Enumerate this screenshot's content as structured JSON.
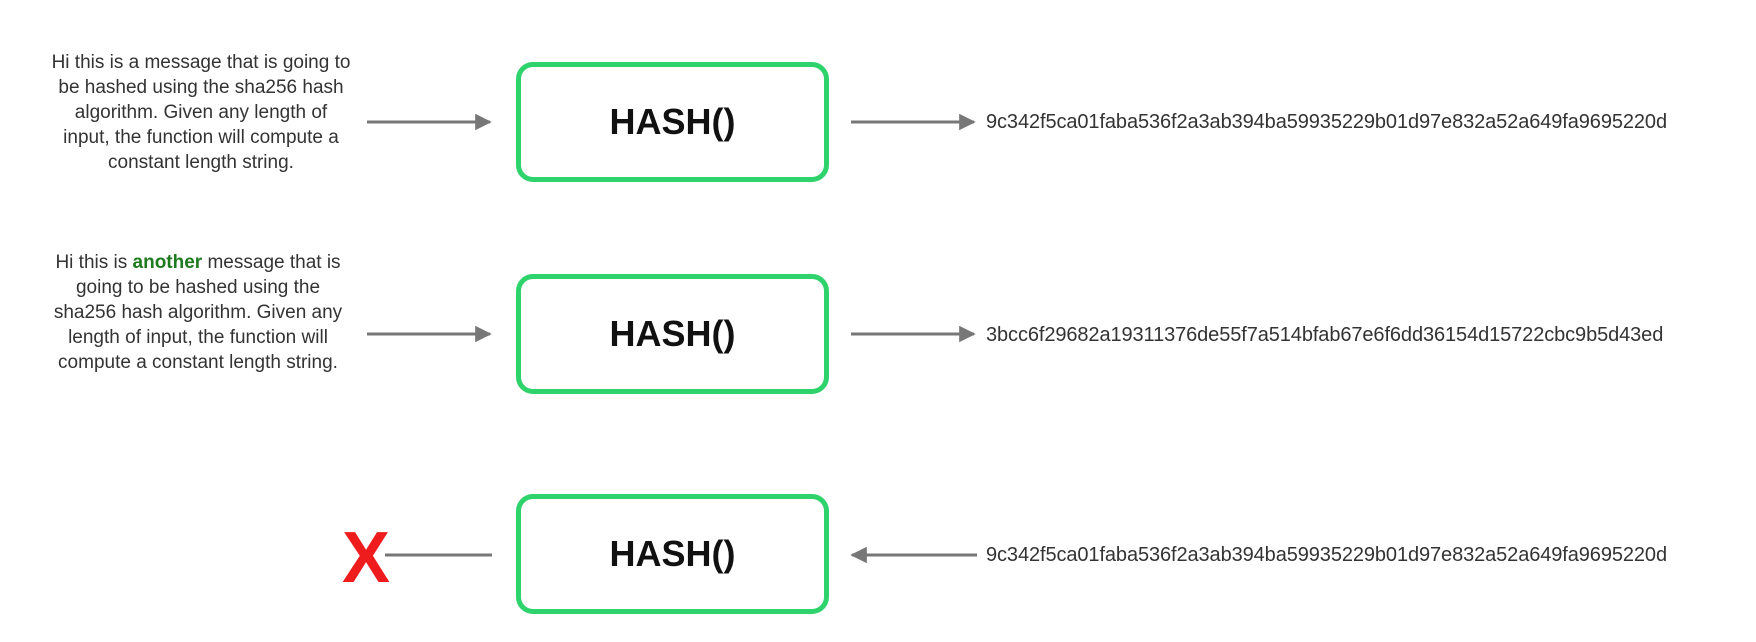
{
  "rows": [
    {
      "input_text": "Hi this is a message that is going to be hashed using the sha256 hash algorithm. Given any length of input, the function will compute a constant length string.",
      "function_label": "HASH()",
      "output_hash": "9c342f5ca01faba536f2a3ab394ba59935229b01d97e832a52a649fa9695220d"
    },
    {
      "input_prefix": "Hi this is ",
      "input_highlight": "another",
      "input_suffix": " message that is going to be hashed using the sha256 hash algorithm. Given any length of input, the function will compute a constant length string.",
      "function_label": "HASH()",
      "output_hash": "3bcc6f29682a19311376de55f7a514bfab67e6f6dd36154d15722cbc9b5d43ed"
    },
    {
      "function_label": "HASH()",
      "input_hash": "9c342f5ca01faba536f2a3ab394ba59935229b01d97e832a52a649fa9695220d",
      "reverse_result": "X"
    }
  ],
  "colors": {
    "box_border": "#2ed36b",
    "highlight": "#1e7a1e",
    "arrow": "#777777",
    "x_mark": "#ee1c1c"
  },
  "icons": {
    "arrow": "arrow-right-icon",
    "reverse_arrow": "arrow-left-icon",
    "failure": "red-x-icon"
  }
}
